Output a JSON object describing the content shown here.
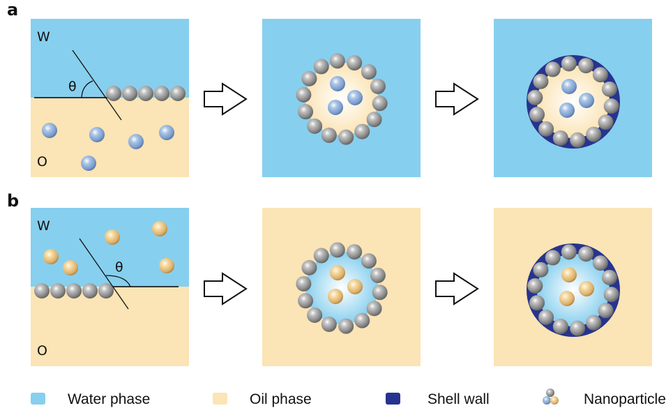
{
  "figure": {
    "rows": [
      {
        "label": "a",
        "continuous_phase": "water",
        "interface_phase_top": "W",
        "interface_phase_bottom": "O",
        "angle_symbol": "θ",
        "dispersed_nanoparticle": "blue",
        "inner_core_phase": "oil"
      },
      {
        "label": "b",
        "continuous_phase": "oil",
        "interface_phase_top": "W",
        "interface_phase_bottom": "O",
        "angle_symbol": "θ",
        "dispersed_nanoparticle": "gold",
        "inner_core_phase": "water"
      }
    ],
    "steps_per_row": 3,
    "ring_particle_count": 14,
    "core_particle_count": 3
  },
  "legend": [
    {
      "key": "water",
      "label": "Water phase",
      "color": "#87cfee"
    },
    {
      "key": "oil",
      "label": "Oil phase",
      "color": "#fbe4b5"
    },
    {
      "key": "shell",
      "label": "Shell wall",
      "color": "#26348f"
    },
    {
      "key": "nanoparticle",
      "label": "Nanoparticle",
      "icon": "nanoparticle-icon"
    }
  ],
  "colors": {
    "water": "#87cfee",
    "oil": "#fbe4b5",
    "shell": "#26348f",
    "gray_particle": "#8a8a8a",
    "blue_particle": "#8fb0d8",
    "gold_particle": "#e8c07a"
  }
}
